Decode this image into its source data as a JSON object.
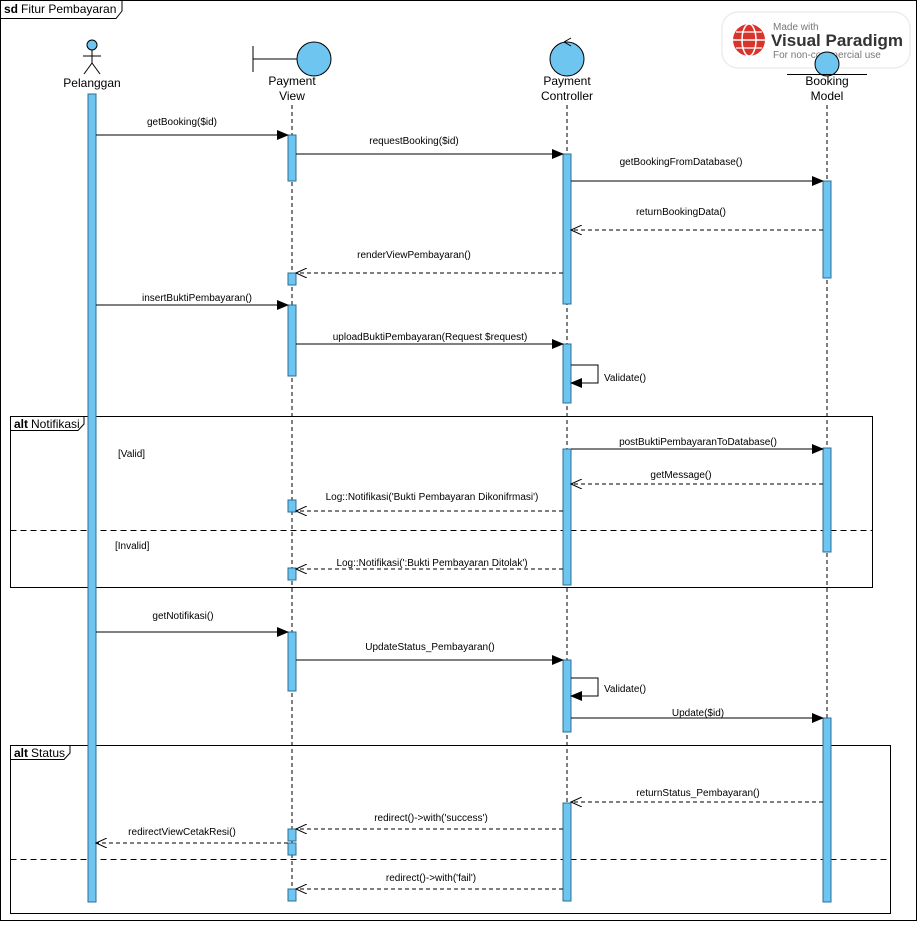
{
  "diagram": {
    "frame_keyword": "sd",
    "frame_name": "Fitur Pembayaran",
    "watermark": {
      "line1": "Made with",
      "line2": "Visual Paradigm",
      "line3": "For non-commercial use"
    },
    "lifelines": [
      {
        "id": "pelanggan",
        "kind": "actor",
        "label_lines": [
          "Pelanggan"
        ]
      },
      {
        "id": "view",
        "kind": "boundary",
        "label_lines": [
          "Payment",
          "View"
        ]
      },
      {
        "id": "controller",
        "kind": "control",
        "label_lines": [
          "Payment",
          "Controller"
        ]
      },
      {
        "id": "model",
        "kind": "entity",
        "label_lines": [
          "Booking",
          "Model"
        ]
      }
    ],
    "fragments": [
      {
        "keyword": "alt",
        "name": "Notifikasi",
        "guards": [
          "[Valid]",
          "[Invalid]"
        ]
      },
      {
        "keyword": "alt",
        "name": "Status",
        "guards": []
      }
    ],
    "messages": [
      {
        "label": "getBooking($id)",
        "from": "pelanggan",
        "to": "view",
        "type": "sync"
      },
      {
        "label": "requestBooking($id)",
        "from": "view",
        "to": "controller",
        "type": "sync"
      },
      {
        "label": "getBookingFromDatabase()",
        "from": "controller",
        "to": "model",
        "type": "sync"
      },
      {
        "label": "returnBookingData()",
        "from": "model",
        "to": "controller",
        "type": "return"
      },
      {
        "label": "renderViewPembayaran()",
        "from": "controller",
        "to": "view",
        "type": "return"
      },
      {
        "label": "insertBuktiPembayaran()",
        "from": "pelanggan",
        "to": "view",
        "type": "sync"
      },
      {
        "label": "uploadBuktiPembayaran(Request $request)",
        "from": "view",
        "to": "controller",
        "type": "sync"
      },
      {
        "label": "Validate()",
        "from": "controller",
        "to": "controller",
        "type": "self"
      },
      {
        "label": "postBuktiPembayaranToDatabase()",
        "from": "controller",
        "to": "model",
        "type": "sync"
      },
      {
        "label": "getMessage()",
        "from": "model",
        "to": "controller",
        "type": "return"
      },
      {
        "label": "Log::Notifikasi('Bukti Pembayaran Dikonifrmasi')",
        "from": "controller",
        "to": "view",
        "type": "return"
      },
      {
        "label": "Log::Notifikasi(':Bukti Pembayaran Ditolak')",
        "from": "controller",
        "to": "view",
        "type": "return"
      },
      {
        "label": "getNotifikasi()",
        "from": "pelanggan",
        "to": "view",
        "type": "sync"
      },
      {
        "label": "UpdateStatus_Pembayaran()",
        "from": "view",
        "to": "controller",
        "type": "sync"
      },
      {
        "label": "Validate()",
        "from": "controller",
        "to": "controller",
        "type": "self"
      },
      {
        "label": "Update($id)",
        "from": "controller",
        "to": "model",
        "type": "sync"
      },
      {
        "label": "returnStatus_Pembayaran()",
        "from": "model",
        "to": "controller",
        "type": "return"
      },
      {
        "label": "redirect()->with('success')",
        "from": "controller",
        "to": "view",
        "type": "return"
      },
      {
        "label": "redirectViewCetakResi()",
        "from": "view",
        "to": "pelanggan",
        "type": "return"
      },
      {
        "label": "redirect()->with('fail')",
        "from": "controller",
        "to": "view",
        "type": "return"
      }
    ],
    "colors": {
      "activation_fill": "#6ec6f0",
      "activation_stroke": "#2a6f99",
      "line": "#000000",
      "head_fill": "#6ec6f0"
    }
  }
}
